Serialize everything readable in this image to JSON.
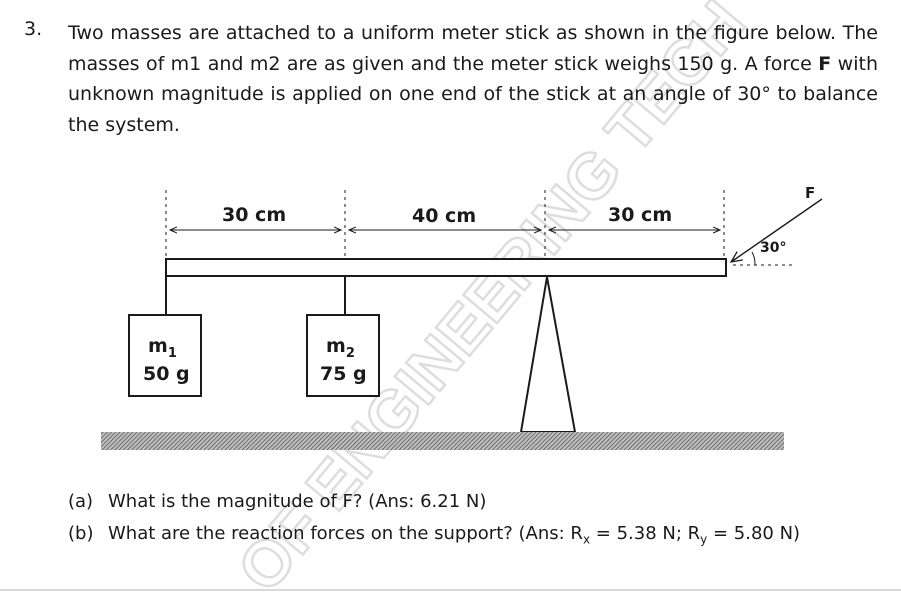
{
  "question": {
    "number": "3.",
    "text_before_bold": "Two masses are attached to a uniform meter stick as shown in the figure below. The masses of m1 and m2 are as given and the meter stick weighs 150 g. A force ",
    "bold": "F",
    "text_after_bold": " with unknown magnitude is applied on one end of the stick at an angle of 30° to balance the system."
  },
  "figure": {
    "dim_left": "30 cm",
    "dim_middle": "40 cm",
    "dim_right": "30 cm",
    "force_label": "F",
    "angle_label": "30°",
    "mass1_name": "m",
    "mass1_sub": "1",
    "mass1_value": "50 g",
    "mass2_name": "m",
    "mass2_sub": "2",
    "mass2_value": "75 g"
  },
  "watermark": "OF ENGINEERING TECH",
  "answers": [
    {
      "label": "(a)",
      "pre": "What is the magnitude of F? (Ans: 6.21 N)"
    },
    {
      "label": "(b)",
      "pre": "What are the reaction forces on the support? (Ans: R",
      "sub1": "x",
      "mid": " = 5.38 N; R",
      "sub2": "y",
      "post": " = 5.80 N)"
    }
  ]
}
